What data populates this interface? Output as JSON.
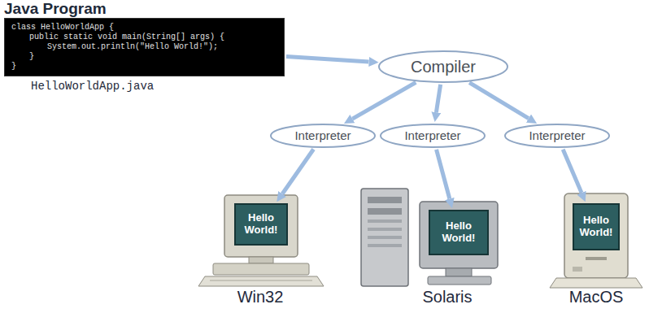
{
  "diagram": {
    "nodes": [
      {
        "text": [
          "Java Program",
          "class HelloWorldApp {",
          "public static void main(String[] args) {",
          "System.out.println(\"Hello World!\");",
          "}",
          "}"
        ]
      },
      {
        "text": [
          "Compiler"
        ]
      },
      {
        "text": [
          "Interpreter"
        ]
      },
      {
        "text": [
          "Interpreter"
        ]
      },
      {
        "text": [
          "Interpreter"
        ]
      },
      {
        "text": [
          "Hello World!"
        ]
      },
      {
        "text": [
          "Hello World!"
        ]
      },
      {
        "text": [
          "Hello World!"
        ]
      }
    ],
    "edges": [
      {
        "from": 0,
        "to": 1,
        "arrow": "to"
      },
      {
        "from": 1,
        "to": 2,
        "arrow": "to"
      },
      {
        "from": 1,
        "to": 3,
        "arrow": "to"
      },
      {
        "from": 1,
        "to": 4,
        "arrow": "to"
      },
      {
        "from": 2,
        "to": 5,
        "arrow": "to"
      },
      {
        "from": 3,
        "to": 6,
        "arrow": "to"
      },
      {
        "from": 4,
        "to": 7,
        "arrow": "to"
      }
    ],
    "labels": [
      "HelloWorldApp.java",
      "Win32",
      "Solaris",
      "MacOS"
    ]
  }
}
